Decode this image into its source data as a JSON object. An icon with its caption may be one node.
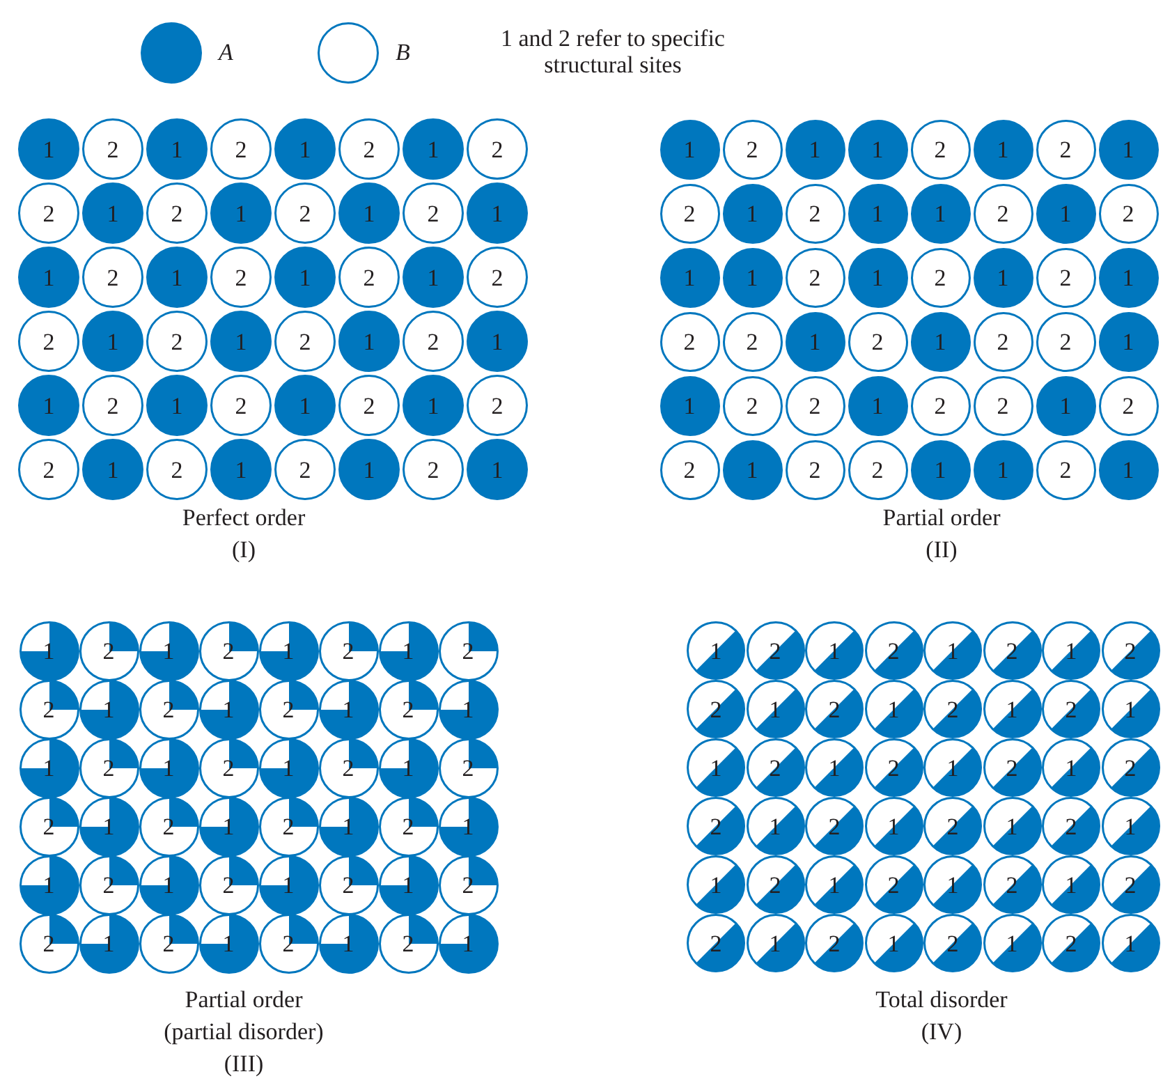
{
  "diagram": {
    "nodes": [
      {
        "text": [
          "1"
        ]
      },
      {
        "text": [
          "2"
        ]
      },
      {
        "text": [
          "1"
        ]
      },
      {
        "text": [
          "2"
        ]
      },
      {
        "text": [
          "1"
        ]
      },
      {
        "text": [
          "2"
        ]
      },
      {
        "text": [
          "1"
        ]
      },
      {
        "text": [
          "2"
        ]
      },
      {
        "text": [
          "2"
        ]
      },
      {
        "text": [
          "1"
        ]
      },
      {
        "text": [
          "2"
        ]
      },
      {
        "text": [
          "1"
        ]
      },
      {
        "text": [
          "2"
        ]
      },
      {
        "text": [
          "1"
        ]
      },
      {
        "text": [
          "2"
        ]
      },
      {
        "text": [
          "1"
        ]
      },
      {
        "text": [
          "1"
        ]
      },
      {
        "text": [
          "2"
        ]
      },
      {
        "text": [
          "1"
        ]
      },
      {
        "text": [
          "2"
        ]
      },
      {
        "text": [
          "1"
        ]
      },
      {
        "text": [
          "2"
        ]
      },
      {
        "text": [
          "1"
        ]
      },
      {
        "text": [
          "2"
        ]
      },
      {
        "text": [
          "2"
        ]
      },
      {
        "text": [
          "1"
        ]
      },
      {
        "text": [
          "2"
        ]
      },
      {
        "text": [
          "1"
        ]
      },
      {
        "text": [
          "2"
        ]
      },
      {
        "text": [
          "1"
        ]
      },
      {
        "text": [
          "2"
        ]
      },
      {
        "text": [
          "1"
        ]
      },
      {
        "text": [
          "1"
        ]
      },
      {
        "text": [
          "2"
        ]
      },
      {
        "text": [
          "1"
        ]
      },
      {
        "text": [
          "2"
        ]
      },
      {
        "text": [
          "1"
        ]
      },
      {
        "text": [
          "2"
        ]
      },
      {
        "text": [
          "1"
        ]
      },
      {
        "text": [
          "2"
        ]
      },
      {
        "text": [
          "2"
        ]
      },
      {
        "text": [
          "1"
        ]
      },
      {
        "text": [
          "2"
        ]
      },
      {
        "text": [
          "1"
        ]
      },
      {
        "text": [
          "2"
        ]
      },
      {
        "text": [
          "1"
        ]
      },
      {
        "text": [
          "2"
        ]
      },
      {
        "text": [
          "1"
        ]
      },
      {
        "text": [
          "1"
        ]
      },
      {
        "text": [
          "2"
        ]
      },
      {
        "text": [
          "1"
        ]
      },
      {
        "text": [
          "1"
        ]
      },
      {
        "text": [
          "2"
        ]
      },
      {
        "text": [
          "1"
        ]
      },
      {
        "text": [
          "2"
        ]
      },
      {
        "text": [
          "1"
        ]
      },
      {
        "text": [
          "2"
        ]
      },
      {
        "text": [
          "1"
        ]
      },
      {
        "text": [
          "2"
        ]
      },
      {
        "text": [
          "1"
        ]
      },
      {
        "text": [
          "1"
        ]
      },
      {
        "text": [
          "2"
        ]
      },
      {
        "text": [
          "1"
        ]
      },
      {
        "text": [
          "2"
        ]
      },
      {
        "text": [
          "1"
        ]
      },
      {
        "text": [
          "1"
        ]
      },
      {
        "text": [
          "2"
        ]
      },
      {
        "text": [
          "1"
        ]
      },
      {
        "text": [
          "2"
        ]
      },
      {
        "text": [
          "1"
        ]
      },
      {
        "text": [
          "2"
        ]
      },
      {
        "text": [
          "1"
        ]
      },
      {
        "text": [
          "2"
        ]
      },
      {
        "text": [
          "2"
        ]
      },
      {
        "text": [
          "1"
        ]
      },
      {
        "text": [
          "2"
        ]
      },
      {
        "text": [
          "1"
        ]
      },
      {
        "text": [
          "2"
        ]
      },
      {
        "text": [
          "2"
        ]
      },
      {
        "text": [
          "1"
        ]
      },
      {
        "text": [
          "1"
        ]
      },
      {
        "text": [
          "2"
        ]
      },
      {
        "text": [
          "2"
        ]
      },
      {
        "text": [
          "1"
        ]
      },
      {
        "text": [
          "2"
        ]
      },
      {
        "text": [
          "2"
        ]
      },
      {
        "text": [
          "1"
        ]
      },
      {
        "text": [
          "2"
        ]
      },
      {
        "text": [
          "2"
        ]
      },
      {
        "text": [
          "1"
        ]
      },
      {
        "text": [
          "2"
        ]
      },
      {
        "text": [
          "2"
        ]
      },
      {
        "text": [
          "1"
        ]
      },
      {
        "text": [
          "1"
        ]
      },
      {
        "text": [
          "2"
        ]
      },
      {
        "text": [
          "1"
        ]
      },
      {
        "text": [
          "1"
        ]
      },
      {
        "text": [
          "2"
        ]
      },
      {
        "text": [
          "1"
        ]
      },
      {
        "text": [
          "2"
        ]
      },
      {
        "text": [
          "1"
        ]
      },
      {
        "text": [
          "2"
        ]
      },
      {
        "text": [
          "1"
        ]
      },
      {
        "text": [
          "2"
        ]
      },
      {
        "text": [
          "2"
        ]
      },
      {
        "text": [
          "1"
        ]
      },
      {
        "text": [
          "2"
        ]
      },
      {
        "text": [
          "1"
        ]
      },
      {
        "text": [
          "2"
        ]
      },
      {
        "text": [
          "1"
        ]
      },
      {
        "text": [
          "2"
        ]
      },
      {
        "text": [
          "1"
        ]
      },
      {
        "text": [
          "1"
        ]
      },
      {
        "text": [
          "2"
        ]
      },
      {
        "text": [
          "1"
        ]
      },
      {
        "text": [
          "2"
        ]
      },
      {
        "text": [
          "1"
        ]
      },
      {
        "text": [
          "2"
        ]
      },
      {
        "text": [
          "1"
        ]
      },
      {
        "text": [
          "2"
        ]
      },
      {
        "text": [
          "2"
        ]
      },
      {
        "text": [
          "1"
        ]
      },
      {
        "text": [
          "2"
        ]
      },
      {
        "text": [
          "1"
        ]
      },
      {
        "text": [
          "2"
        ]
      },
      {
        "text": [
          "1"
        ]
      },
      {
        "text": [
          "2"
        ]
      },
      {
        "text": [
          "1"
        ]
      },
      {
        "text": [
          "1"
        ]
      },
      {
        "text": [
          "2"
        ]
      },
      {
        "text": [
          "1"
        ]
      },
      {
        "text": [
          "2"
        ]
      },
      {
        "text": [
          "1"
        ]
      },
      {
        "text": [
          "2"
        ]
      },
      {
        "text": [
          "1"
        ]
      },
      {
        "text": [
          "2"
        ]
      },
      {
        "text": [
          "2"
        ]
      },
      {
        "text": [
          "1"
        ]
      },
      {
        "text": [
          "2"
        ]
      },
      {
        "text": [
          "1"
        ]
      },
      {
        "text": [
          "2"
        ]
      },
      {
        "text": [
          "1"
        ]
      },
      {
        "text": [
          "2"
        ]
      },
      {
        "text": [
          "1"
        ]
      },
      {
        "text": [
          "1"
        ]
      },
      {
        "text": [
          "2"
        ]
      },
      {
        "text": [
          "1"
        ]
      },
      {
        "text": [
          "2"
        ]
      },
      {
        "text": [
          "1"
        ]
      },
      {
        "text": [
          "2"
        ]
      },
      {
        "text": [
          "1"
        ]
      },
      {
        "text": [
          "2"
        ]
      },
      {
        "text": [
          "2"
        ]
      },
      {
        "text": [
          "1"
        ]
      },
      {
        "text": [
          "2"
        ]
      },
      {
        "text": [
          "1"
        ]
      },
      {
        "text": [
          "2"
        ]
      },
      {
        "text": [
          "1"
        ]
      },
      {
        "text": [
          "2"
        ]
      },
      {
        "text": [
          "1"
        ]
      },
      {
        "text": [
          "1"
        ]
      },
      {
        "text": [
          "2"
        ]
      },
      {
        "text": [
          "1"
        ]
      },
      {
        "text": [
          "2"
        ]
      },
      {
        "text": [
          "1"
        ]
      },
      {
        "text": [
          "2"
        ]
      },
      {
        "text": [
          "1"
        ]
      },
      {
        "text": [
          "2"
        ]
      },
      {
        "text": [
          "2"
        ]
      },
      {
        "text": [
          "1"
        ]
      },
      {
        "text": [
          "2"
        ]
      },
      {
        "text": [
          "1"
        ]
      },
      {
        "text": [
          "2"
        ]
      },
      {
        "text": [
          "1"
        ]
      },
      {
        "text": [
          "2"
        ]
      },
      {
        "text": [
          "1"
        ]
      },
      {
        "text": [
          "1"
        ]
      },
      {
        "text": [
          "2"
        ]
      },
      {
        "text": [
          "1"
        ]
      },
      {
        "text": [
          "2"
        ]
      },
      {
        "text": [
          "1"
        ]
      },
      {
        "text": [
          "2"
        ]
      },
      {
        "text": [
          "1"
        ]
      },
      {
        "text": [
          "2"
        ]
      },
      {
        "text": [
          "2"
        ]
      },
      {
        "text": [
          "1"
        ]
      },
      {
        "text": [
          "2"
        ]
      },
      {
        "text": [
          "1"
        ]
      },
      {
        "text": [
          "2"
        ]
      },
      {
        "text": [
          "1"
        ]
      },
      {
        "text": [
          "2"
        ]
      },
      {
        "text": [
          "1"
        ]
      }
    ],
    "labels": [
      "1 and 2 refer to specific structural sites",
      "Perfect order",
      "(I)",
      "Partial order",
      "(II)",
      "Partial order",
      "(partial disorder)",
      "(III)",
      "Total disorder",
      "(IV)"
    ],
    "legend": [
      {
        "text": "A",
        "color": "#0077be"
      },
      {
        "text": "B",
        "color": "#ffffff"
      }
    ]
  }
}
